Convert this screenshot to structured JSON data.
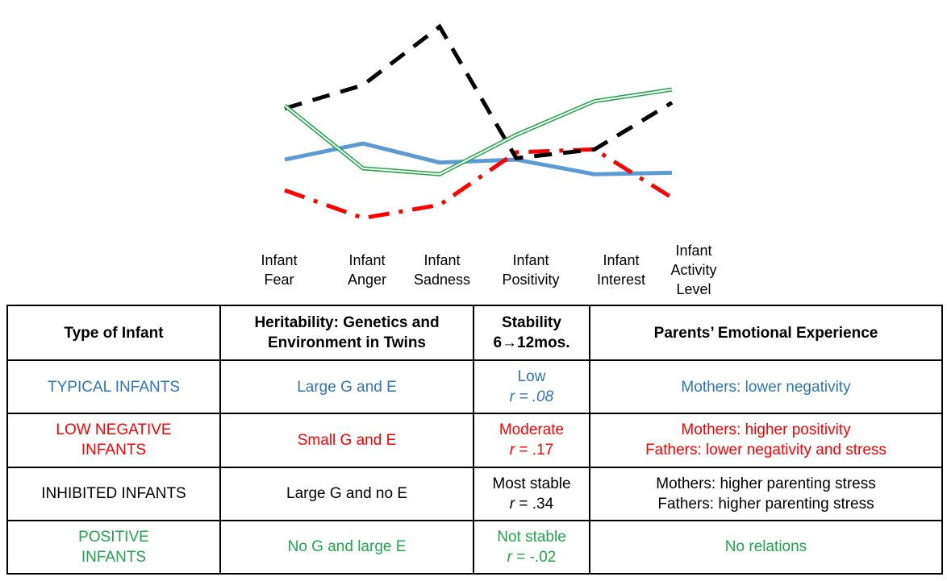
{
  "chart_data": {
    "type": "line",
    "categories": [
      "Infant\nFear",
      "Infant\nAnger",
      "Infant\nSadness",
      "Infant\nPositivity",
      "Infant\nInterest",
      "Infant\nActivity\nLevel"
    ],
    "series": [
      {
        "key": "typical",
        "color": "#5b9bd5",
        "style": "solid",
        "values": [
          2.95,
          3.5,
          2.85,
          2.95,
          2.45,
          2.5
        ]
      },
      {
        "key": "low_negative",
        "color": "#ff0000",
        "style": "dashdot",
        "values": [
          1.9,
          0.95,
          1.4,
          3.2,
          3.3,
          1.65
        ]
      },
      {
        "key": "inhibited",
        "color": "#000000",
        "style": "dashed",
        "values": [
          4.7,
          5.5,
          7.5,
          3.0,
          3.3,
          4.9
        ]
      },
      {
        "key": "positive",
        "color": "#1fa64a",
        "style": "double",
        "values": [
          4.8,
          2.65,
          2.45,
          3.8,
          4.95,
          5.35
        ]
      }
    ],
    "ylim": [
      0,
      8
    ]
  },
  "table": {
    "headers": {
      "type": "Type of Infant",
      "heritability": [
        "Heritability: Genetics and",
        "Environment in Twins"
      ],
      "stability": [
        "Stability",
        "6→12mos."
      ],
      "parents": "Parents’ Emotional Experience"
    },
    "rows": [
      {
        "color": "#2e75b6",
        "type": [
          "TYPICAL INFANTS"
        ],
        "heritability": "Large G and E",
        "stability_label": "Low",
        "stability_r": "r = .08",
        "r_italic": true,
        "parents": [
          "Mothers: lower negativity"
        ]
      },
      {
        "color": "#ff0000",
        "type": [
          "LOW NEGATIVE",
          "INFANTS"
        ],
        "heritability": "Small  G and E",
        "stability_label": "Moderate",
        "stability_r": "r = .17",
        "r_italic": false,
        "parents": [
          "Mothers: higher positivity",
          "Fathers: lower negativity and stress"
        ]
      },
      {
        "color": "#000000",
        "type": [
          "INHIBITED INFANTS"
        ],
        "heritability": "Large G and no E",
        "stability_label": "Most stable",
        "stability_r": "r = .34",
        "r_italic": false,
        "parents": [
          "Mothers: higher parenting stress",
          "Fathers: higher parenting stress"
        ]
      },
      {
        "color": "#1fa64a",
        "type": [
          "POSITIVE",
          " INFANTS"
        ],
        "heritability": "No G and large E",
        "stability_label": "Not stable",
        "stability_r": "r = -.02",
        "r_italic": false,
        "parents": [
          "No relations"
        ]
      }
    ]
  }
}
